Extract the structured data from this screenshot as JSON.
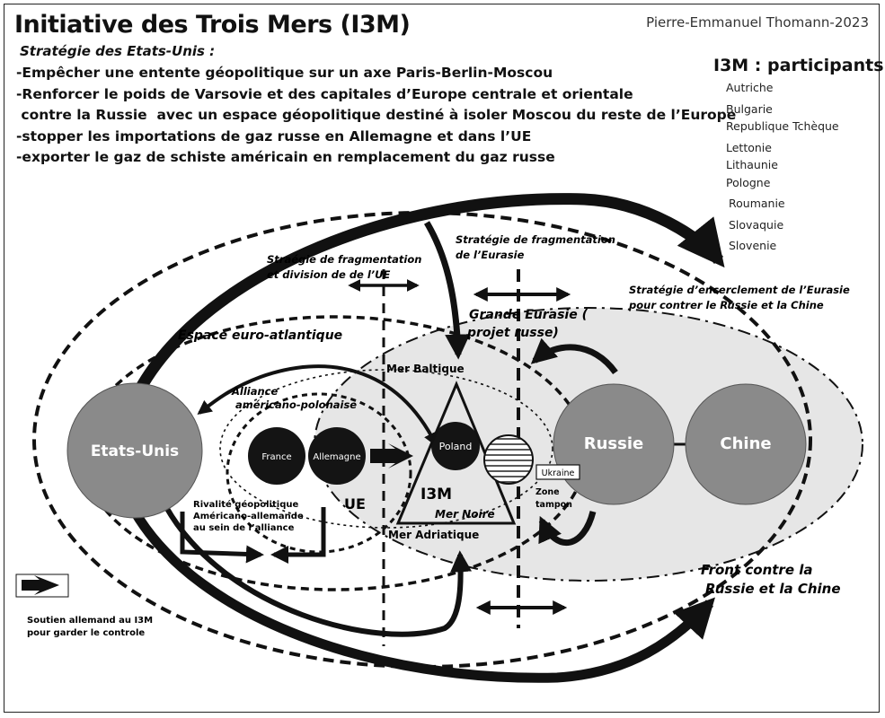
{
  "title": "Initiative des Trois Mers (I3M)",
  "author": "Pierre-Emmanuel Thomann-2023",
  "strategy": {
    "heading": "Stratégie des Etats-Unis :",
    "bullets": [
      "-Empêcher une entente géopolitique sur un axe Paris-Berlin-Moscou",
      "-Renforcer le poids de Varsovie et des capitales d’Europe centrale et orientale",
      " contre la Russie  avec un espace géopolitique destiné à isoler Moscou du reste de l’Europe",
      "-stopper les importations de gaz russe en Allemagne et dans l’UE",
      "-exporter le gaz de schiste américain en remplacement du gaz russe"
    ]
  },
  "participants": {
    "heading": "I3M : participants",
    "items": [
      "Autriche",
      "Bulgarie",
      "Republique Tchèque",
      "Lettonie",
      "Lithaunie",
      "Pologne",
      "Roumanie",
      "Slovaquie",
      "Slovenie"
    ]
  },
  "diagram": {
    "circles": {
      "usa": "Etats-Unis",
      "france": "France",
      "allemagne": "Allemagne",
      "poland": "Poland",
      "russie": "Russie",
      "chine": "Chine"
    },
    "labels": {
      "ue": "UE",
      "i3m": "I3M",
      "mer_baltique": "Mer Baltique",
      "mer_noire": "Mer Noire",
      "mer_adriatique": "Mer Adriatique",
      "ukraine": "Ukraine",
      "zone_line1": "Zone",
      "zone_line2": "tampon",
      "espace_euro_atlantique": "Espace euro-atlantique",
      "alliance_line1": "Alliance",
      "alliance_line2": "américano-polonaise",
      "grande_eurasie_line1": "Grande Eurasie (",
      "grande_eurasie_line2": "projet russe)",
      "frag_ue_line1": "Straégie de fragmentation",
      "frag_ue_line2": "et division de de l’UE",
      "frag_eurasie_line1": "Stratégie de fragmentation",
      "frag_eurasie_line2": "de l’Eurasie",
      "encerclement_line1": "Stratégie d’encerclement de l’Eurasie",
      "encerclement_line2": "pour contrer le Russie et la Chine",
      "front_line1": "Front contre la",
      "front_line2": "Russie et la Chine",
      "rivalite_line1": "Rivalité  géopolitique",
      "rivalite_line2": "Américano-allemande",
      "rivalite_line3": "au sein de l’alliance"
    },
    "legend": {
      "line1": "Soutien allemand  au  I3M",
      "line2": "pour garder le controle"
    }
  },
  "colors": {
    "circle_gray": "#8a8a8a",
    "circle_black": "#141414",
    "eurasia_fill": "#e6e6e6",
    "ink": "#111111"
  }
}
